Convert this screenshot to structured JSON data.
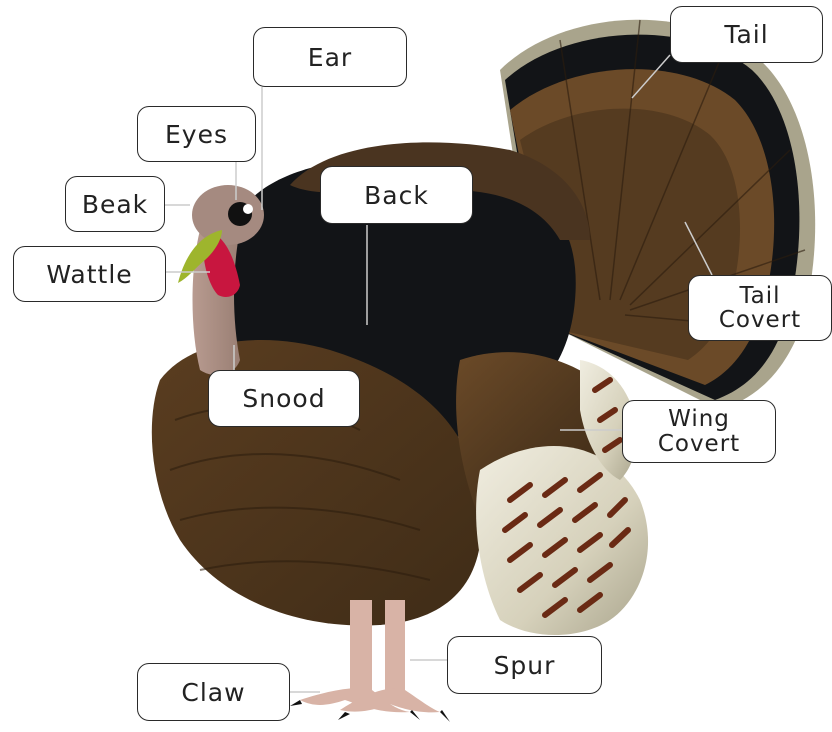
{
  "labels": {
    "ear": "Ear",
    "eyes": "Eyes",
    "beak": "Beak",
    "wattle": "Wattle",
    "back": "Back",
    "snood": "Snood",
    "tail": "Tail",
    "tail_covert": "Tail\nCovert",
    "wing_covert": "Wing\nCovert",
    "spur": "Spur",
    "claw": "Claw"
  },
  "colors": {
    "plumage_dark": "#121417",
    "plumage_brown": "#5a3f22",
    "plumage_light_brown": "#8a6338",
    "tail_band": "#a9a48c",
    "head_skin": "#a58a80",
    "beak": "#9eb52d",
    "wattle": "#c8163f",
    "wing_barred": "#d8d4c0",
    "bar": "#6a2a14",
    "legs": "#d8b3a6",
    "claws": "#111111"
  }
}
